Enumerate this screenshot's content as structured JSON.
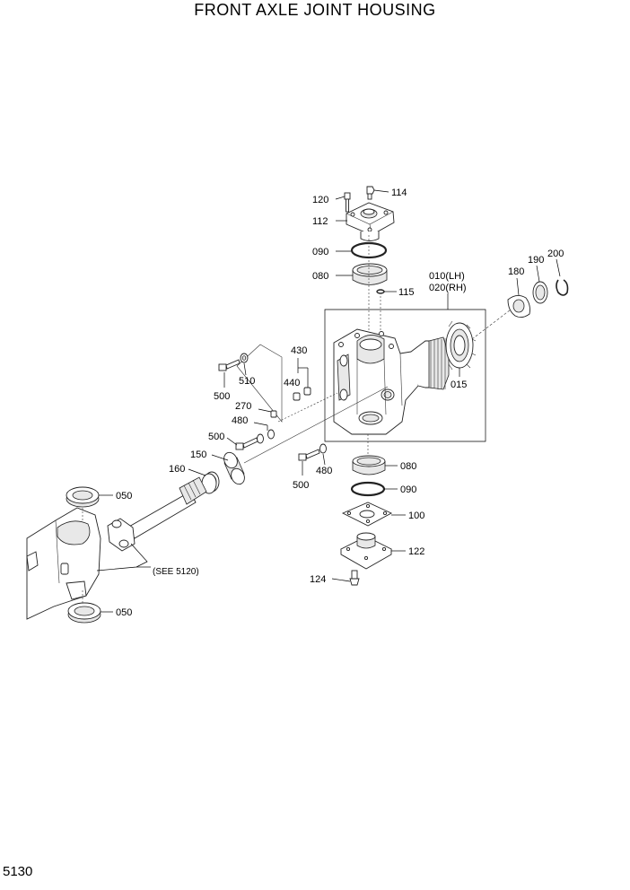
{
  "title": "FRONT AXLE JOINT HOUSING",
  "page_number": "5130",
  "callouts": {
    "p120": "120",
    "p114": "114",
    "p112": "112",
    "p090_top": "090",
    "p080_top": "080",
    "p115": "115",
    "p010": "010(LH)",
    "p020": "020(RH)",
    "p180": "180",
    "p190": "190",
    "p200": "200",
    "p015": "015",
    "p430": "430",
    "p440": "440",
    "p500_a": "500",
    "p510": "510",
    "p270": "270",
    "p480_a": "480",
    "p500_b": "500",
    "p150": "150",
    "p160": "160",
    "p500_c": "500",
    "p480_b": "480",
    "p080_bot": "080",
    "p090_bot": "090",
    "p100": "100",
    "p122": "122",
    "p124": "124",
    "p050_top": "050",
    "p050_bot": "050",
    "see_ref": "(SEE 5120)"
  }
}
